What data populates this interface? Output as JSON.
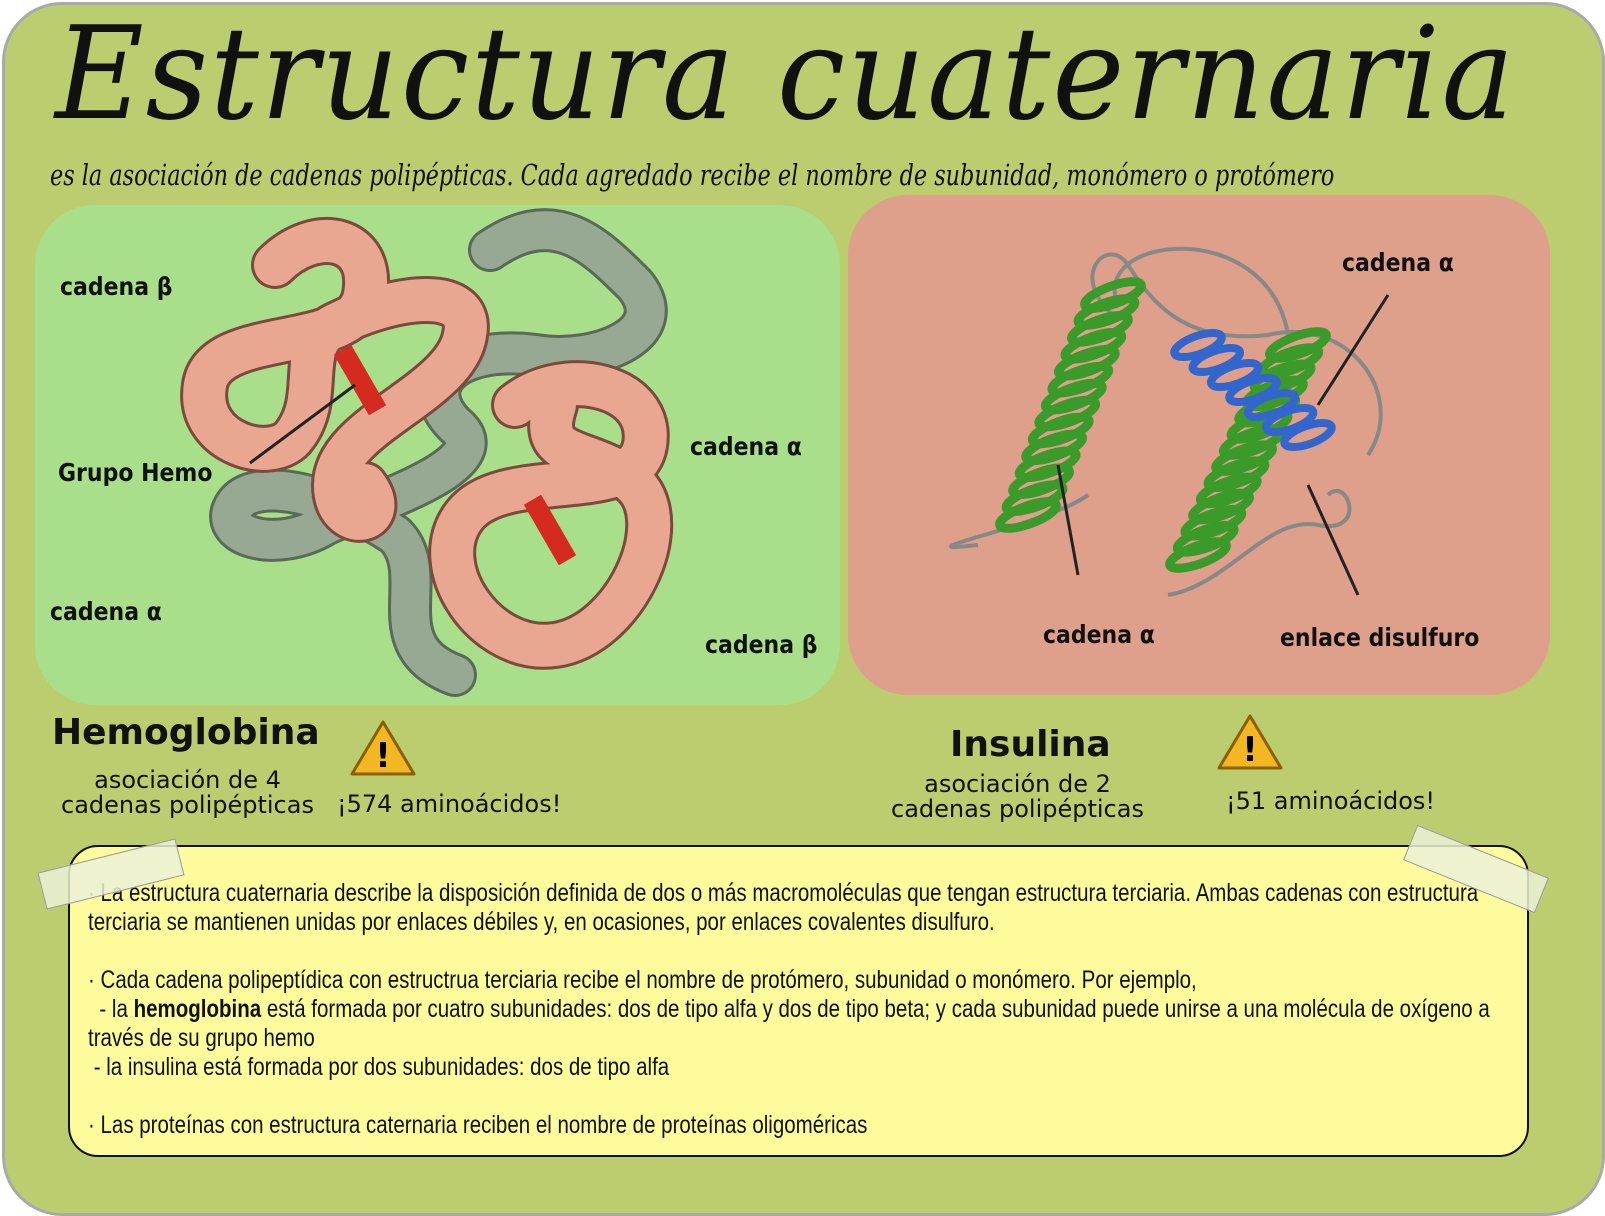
{
  "header": {
    "title": "Estructura cuaternaria",
    "subtitle": "es la asociación de cadenas polipépticas. Cada agredado recibe el nombre de subunidad, monómero o protómero"
  },
  "hemoglobina": {
    "name": "Hemoglobina",
    "description_line1": "asociación de 4",
    "description_line2": "cadenas polipépticas",
    "aminoacids": "¡574 aminoácidos!",
    "labels": {
      "beta_top": "cadena β",
      "alpha_right": "cadena α",
      "hemo": "Grupo Hemo",
      "alpha_left": "cadena α",
      "beta_bottom": "cadena β"
    }
  },
  "insulina": {
    "name": "Insulina",
    "description_line1": "asociación de 2",
    "description_line2": "cadenas polipépticas",
    "aminoacids": "¡51 aminoácidos!",
    "labels": {
      "alpha_top": "cadena α",
      "alpha_bottom": "cadena α",
      "disulfide": "enlace disulfuro"
    }
  },
  "note": {
    "p1": "· La estructura cuaternaria describe la disposición definida de dos o más macromoléculas que tengan estructura terciaria. Ambas cadenas con estructura terciaria se mantienen unidas por enlaces débiles y, en ocasiones, por enlaces covalentes disulfuro.",
    "p2": "· Cada cadena polipeptídica con estructrua terciaria recibe el nombre de protómero, subunidad o monómero. Por ejemplo,",
    "p3_pre": "  - la ",
    "p3_bold": "hemoglobina",
    "p3_post": " está formada por cuatro subunidades: dos de tipo alfa y dos de tipo beta; y cada subunidad puede unirse a una molécula de oxígeno a través de su grupo hemo",
    "p4": " - la insulina está formada por dos subunidades: dos de tipo alfa",
    "p5": "· Las proteínas con estructura caternaria reciben el nombre de proteínas oligoméricas"
  },
  "colors": {
    "background": "#bccd6f",
    "hemo_panel": "#a9de8b",
    "insulin_panel": "#dea08a",
    "note": "#fdfb9b",
    "beta_chain": "#e9a792",
    "alpha_chain": "#97a893",
    "helix": "#3a9a2a",
    "helix_blue": "#3366cc",
    "heme": "#d42a20"
  }
}
